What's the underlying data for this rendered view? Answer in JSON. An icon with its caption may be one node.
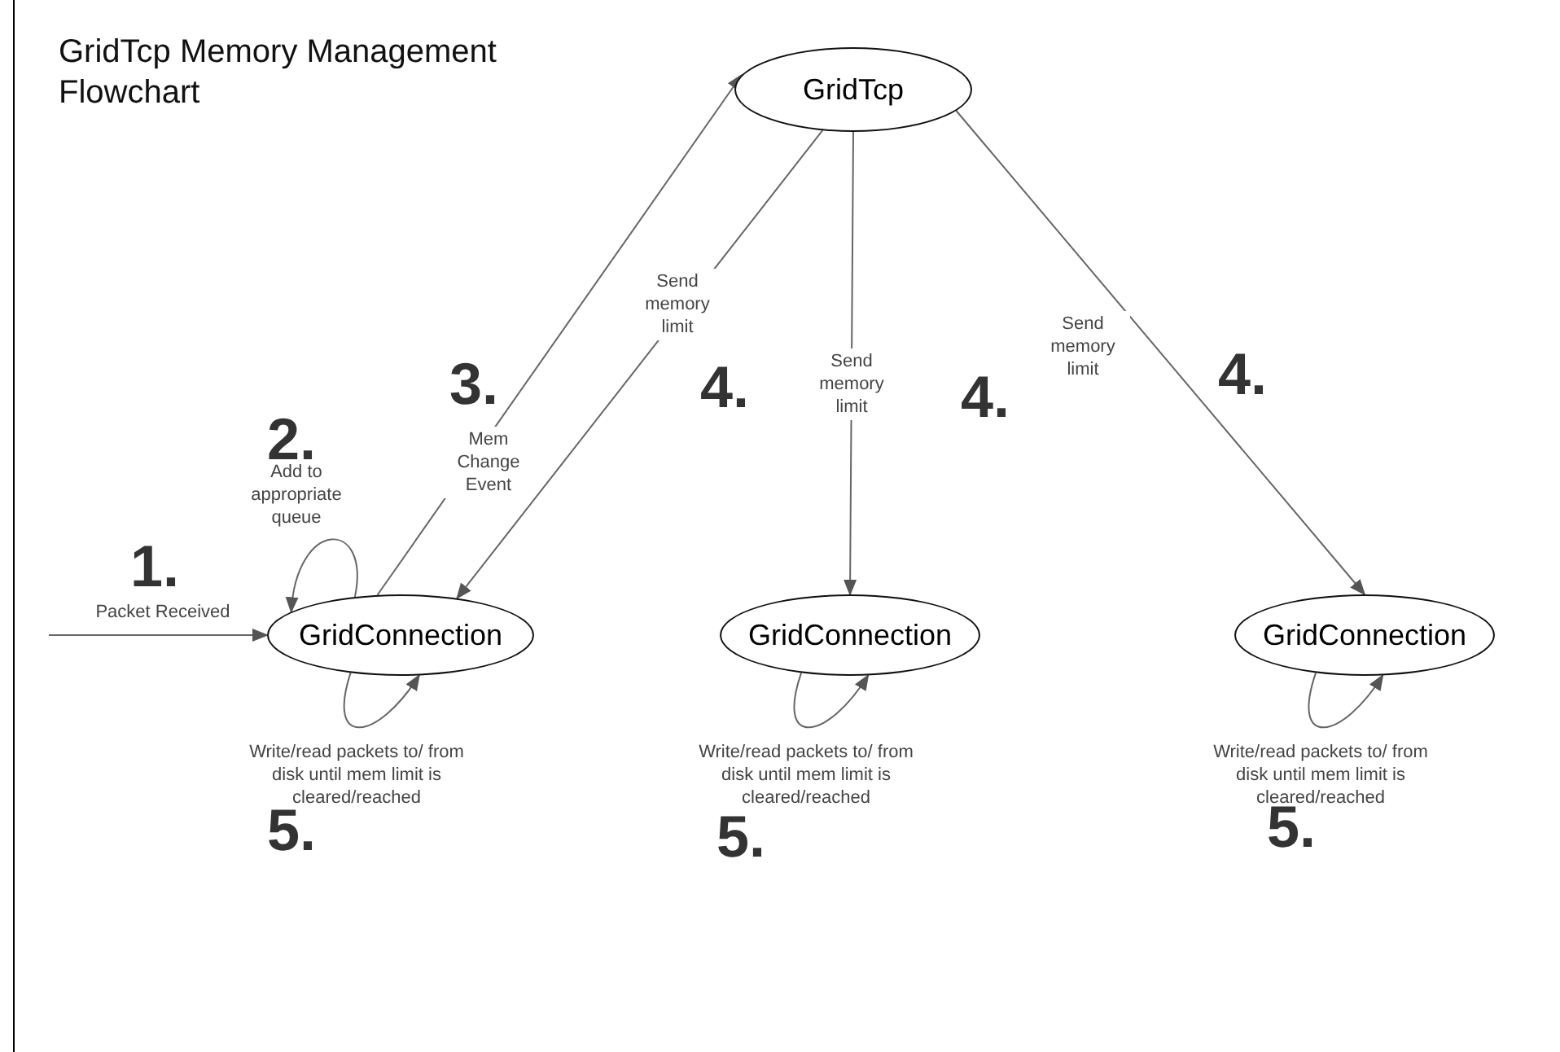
{
  "diagram": {
    "title": "GridTcp Memory Management Flowchart",
    "nodes": [
      {
        "text": [
          "GridTcp"
        ]
      },
      {
        "text": [
          "GridConnection"
        ]
      },
      {
        "text": [
          "GridConnection"
        ]
      },
      {
        "text": [
          "GridConnection"
        ]
      }
    ],
    "edges": [
      {
        "from": null,
        "to": 1,
        "arrow": "to",
        "label": "Packet Received"
      },
      {
        "from": 1,
        "to": 1,
        "arrow": "to",
        "label": "Add to appropriate queue"
      },
      {
        "from": 1,
        "to": 0,
        "arrow": "to",
        "label": "Mem Change Event"
      },
      {
        "from": 0,
        "to": 1,
        "arrow": "to",
        "label": "Send memory limit"
      },
      {
        "from": 0,
        "to": 2,
        "arrow": "to",
        "label": "Send memory limit"
      },
      {
        "from": 0,
        "to": 3,
        "arrow": "to",
        "label": "Send memory limit"
      },
      {
        "from": 1,
        "to": 1,
        "arrow": "to",
        "label": "Write/read packets to/ from disk until mem limit is cleared/reached"
      },
      {
        "from": 2,
        "to": 2,
        "arrow": "to",
        "label": "Write/read packets to/ from disk until mem limit is cleared/reached"
      },
      {
        "from": 3,
        "to": 3,
        "arrow": "to",
        "label": "Write/read packets to/ from disk until mem limit is cleared/reached"
      }
    ],
    "labels": [
      "1.",
      "2.",
      "3.",
      "4.",
      "4.",
      "4.",
      "5.",
      "5.",
      "5."
    ]
  }
}
